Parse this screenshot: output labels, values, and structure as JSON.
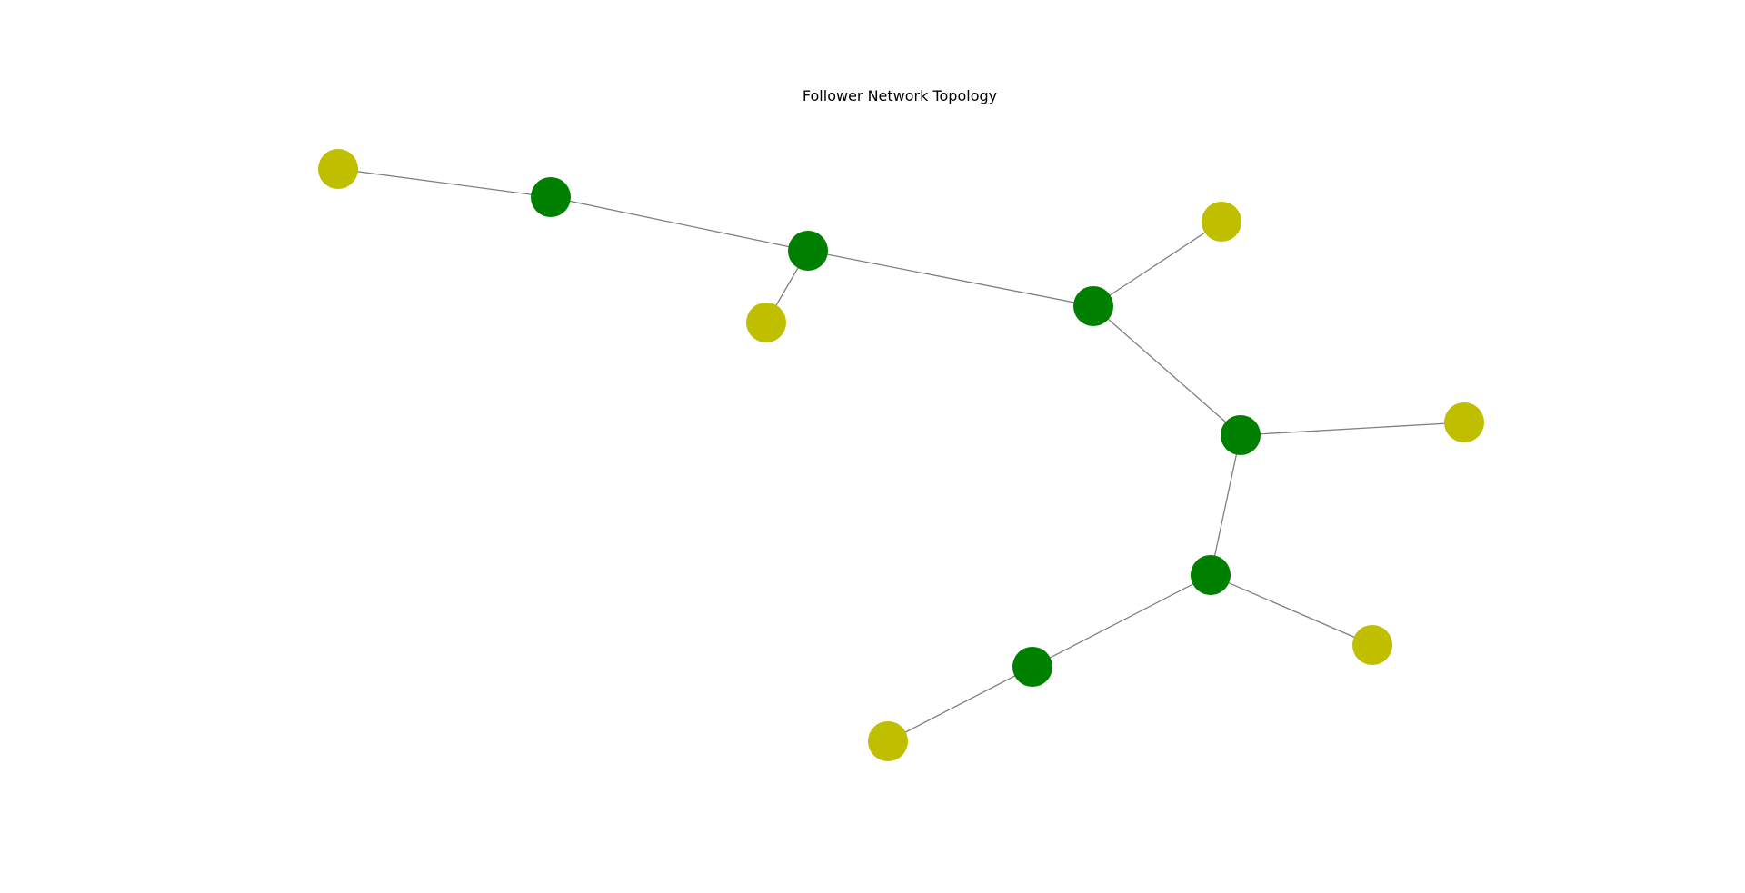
{
  "title": "Follower Network Topology",
  "colors": {
    "hub": "#008000",
    "leaf": "#bfbf00",
    "edge": "#808080",
    "background": "#ffffff"
  },
  "graph": {
    "nodes": [
      {
        "id": "leaf-1",
        "kind": "leaf"
      },
      {
        "id": "hub-1",
        "kind": "hub"
      },
      {
        "id": "hub-2",
        "kind": "hub"
      },
      {
        "id": "leaf-2",
        "kind": "leaf"
      },
      {
        "id": "hub-3",
        "kind": "hub"
      },
      {
        "id": "leaf-3",
        "kind": "leaf"
      },
      {
        "id": "hub-4",
        "kind": "hub"
      },
      {
        "id": "leaf-4",
        "kind": "leaf"
      },
      {
        "id": "hub-5",
        "kind": "hub"
      },
      {
        "id": "leaf-5",
        "kind": "leaf"
      },
      {
        "id": "hub-6",
        "kind": "hub"
      },
      {
        "id": "leaf-6",
        "kind": "leaf"
      }
    ],
    "edges": [
      [
        "leaf-1",
        "hub-1"
      ],
      [
        "hub-1",
        "hub-2"
      ],
      [
        "hub-2",
        "leaf-2"
      ],
      [
        "hub-2",
        "hub-3"
      ],
      [
        "hub-3",
        "leaf-3"
      ],
      [
        "hub-3",
        "hub-4"
      ],
      [
        "hub-4",
        "leaf-4"
      ],
      [
        "hub-4",
        "hub-5"
      ],
      [
        "hub-5",
        "leaf-5"
      ],
      [
        "hub-5",
        "hub-6"
      ],
      [
        "hub-6",
        "leaf-6"
      ]
    ]
  }
}
